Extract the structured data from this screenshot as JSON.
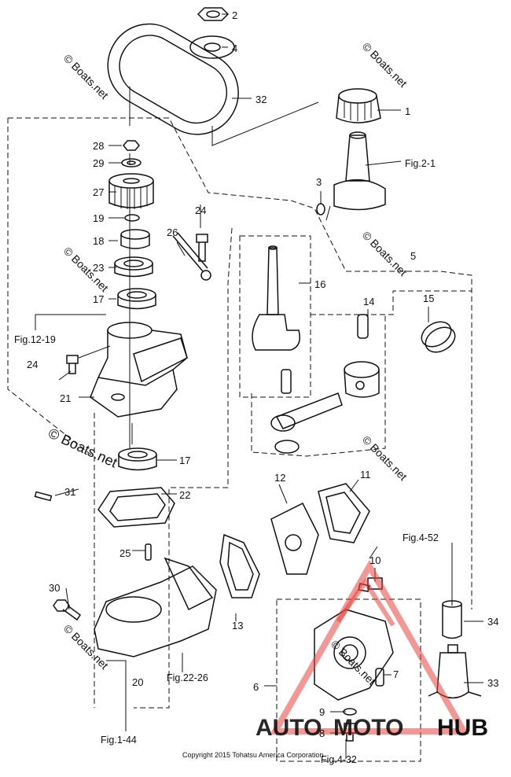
{
  "callouts": [
    "1",
    "2",
    "3",
    "4",
    "5",
    "6",
    "7",
    "8",
    "9",
    "10",
    "11",
    "12",
    "13",
    "14",
    "15",
    "16",
    "17",
    "17",
    "18",
    "19",
    "20",
    "21",
    "22",
    "23",
    "24",
    "24",
    "25",
    "26",
    "27",
    "28",
    "29",
    "30",
    "31",
    "32",
    "33",
    "34"
  ],
  "references": [
    "Fig.2-1",
    "Fig.12-19",
    "Fig.4-52",
    "Fig.22-26",
    "Fig.1-44",
    "Fig.4-32"
  ],
  "watermark": "© Boats.net",
  "watermark_faint": "© Boats.net",
  "copyright": "Copyright 2015 Tohatsu America Corporation",
  "logo": {
    "left": "AUTO",
    "mid": "MOTO",
    "right": "HUB",
    "color_red": "#e8413a",
    "color_gray": "#4a4a4a",
    "color_gold": "#e2a83c"
  }
}
